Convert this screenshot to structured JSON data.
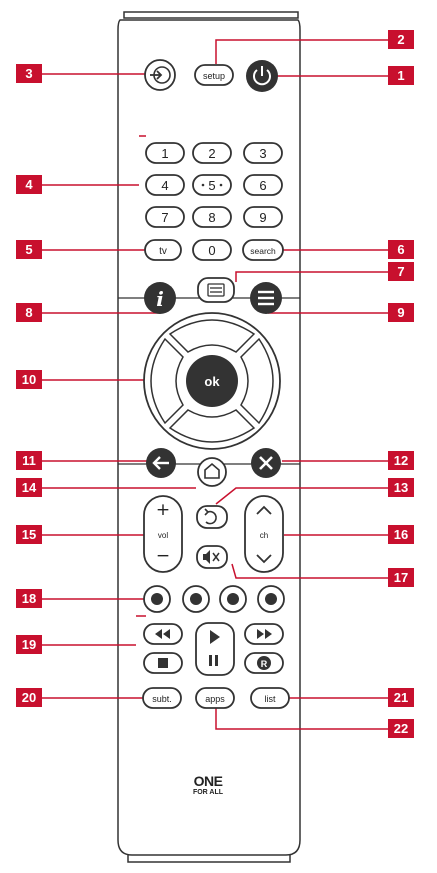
{
  "brand": {
    "logo_line1": "ONE",
    "logo_line2": "FOR ALL"
  },
  "buttons": {
    "setup": "setup",
    "digits": [
      "1",
      "2",
      "3",
      "4",
      "5",
      "6",
      "7",
      "8",
      "9",
      "0"
    ],
    "tv": "tv",
    "search": "search",
    "ok": "ok",
    "vol": "vol",
    "ch": "ch",
    "subt": "subt.",
    "apps": "apps",
    "list": "list",
    "record": "R",
    "vol_plus": "+",
    "vol_minus": "−"
  },
  "callouts": [
    "1",
    "2",
    "3",
    "4",
    "5",
    "6",
    "7",
    "8",
    "9",
    "10",
    "11",
    "12",
    "13",
    "14",
    "15",
    "16",
    "17",
    "18",
    "19",
    "20",
    "21",
    "22"
  ],
  "colors": {
    "callout": "#c8102e",
    "body_outline": "#333333",
    "dark_button": "#333333"
  }
}
